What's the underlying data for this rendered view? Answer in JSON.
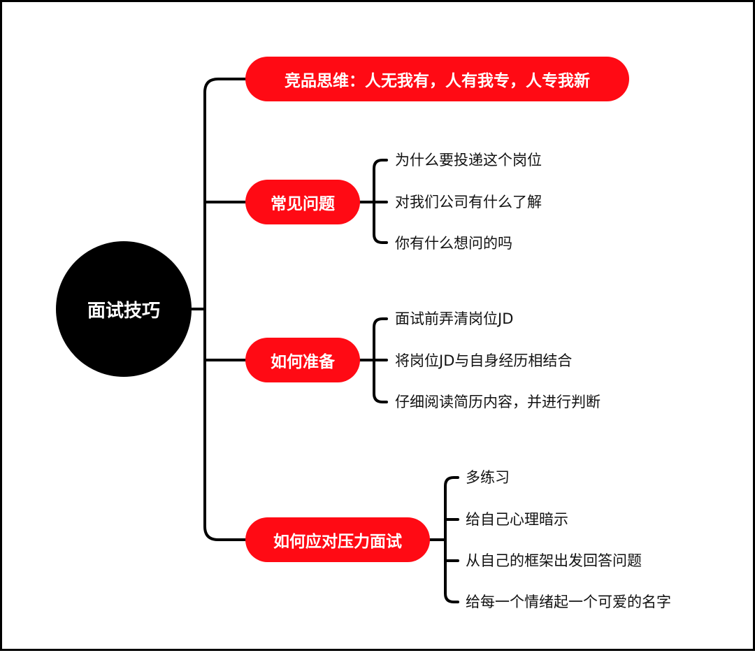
{
  "mindmap": {
    "root": {
      "label": "面试技巧"
    },
    "branches": [
      {
        "label": "竞品思维：人无我有，人有我专，人专我新",
        "children": []
      },
      {
        "label": "常见问题",
        "children": [
          "为什么要投递这个岗位",
          "对我们公司有什么了解",
          "你有什么想问的吗"
        ]
      },
      {
        "label": "如何准备",
        "children": [
          "面试前弄清岗位JD",
          "将岗位JD与自身经历相结合",
          "仔细阅读简历内容，并进行判断"
        ]
      },
      {
        "label": "如何应对压力面试",
        "children": [
          "多练习",
          "给自己心理暗示",
          "从自己的框架出发回答问题",
          "给每一个情绪起一个可爱的名字"
        ]
      }
    ]
  },
  "colors": {
    "root_fill": "#000000",
    "branch_fill": "#ff0a14",
    "connector": "#000000",
    "text_light": "#ffffff",
    "text_dark": "#111111"
  }
}
